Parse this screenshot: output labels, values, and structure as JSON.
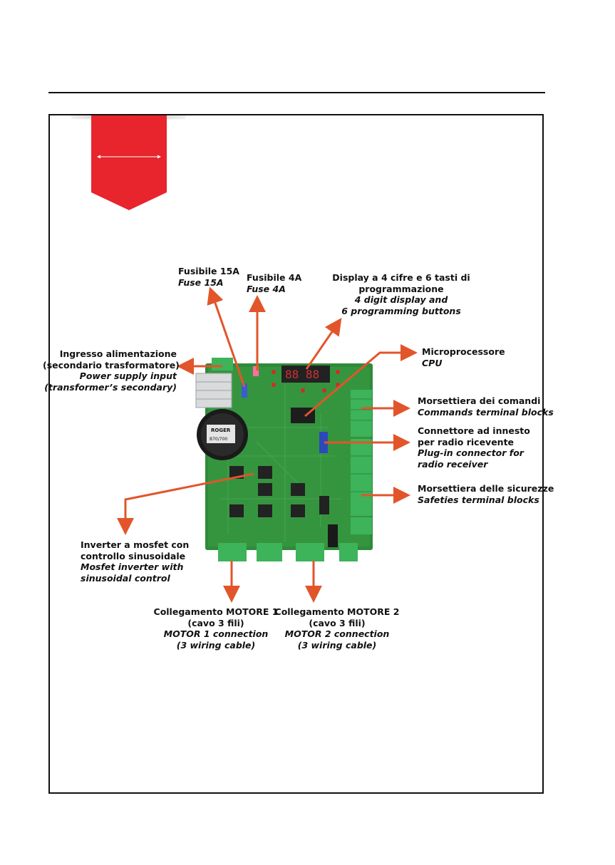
{
  "colors": {
    "ribbon": "#e8252c",
    "arrow": "#e2552b",
    "pcb": "#2f8a3a",
    "terminal": "#3db35a"
  },
  "callouts": {
    "fuse15": {
      "it": "Fusibile 15A",
      "en": "Fuse 15A"
    },
    "fuse4": {
      "it": "Fusibile 4A",
      "en": "Fuse 4A"
    },
    "display": {
      "it1": "Display a 4 cifre e  6 tasti di",
      "it2": "programmazione",
      "en1": "4 digit display and",
      "en2": "6 programming buttons"
    },
    "power": {
      "it1": "Ingresso alimentazione",
      "it2": "(secondario trasformatore)",
      "en1": "Power supply input",
      "en2": "(transformer’s secondary)"
    },
    "cpu": {
      "it": "Microprocessore",
      "en": "CPU"
    },
    "commands": {
      "it": "Morsettiera dei  comandi",
      "en": "Commands terminal blocks"
    },
    "radio": {
      "it1": "Connettore ad innesto",
      "it2": "per radio ricevente",
      "en1": "Plug-in connector for",
      "en2": "radio receiver"
    },
    "safeties": {
      "it": "Morsettiera delle sicurezze",
      "en": "Safeties terminal blocks"
    },
    "inverter": {
      "it1": "Inverter a mosfet con",
      "it2": "controllo sinusoidale",
      "en1": "Mosfet inverter with",
      "en2": "sinusoidal control"
    },
    "motor1": {
      "it1": "Collegamento MOTORE 1",
      "it2": "(cavo 3 fili)",
      "en1": "MOTOR  1 connection",
      "en2": "(3 wiring cable)"
    },
    "motor2": {
      "it1": "Collegamento MOTORE 2",
      "it2": "(cavo 3 fili)",
      "en1": "MOTOR 2 connection",
      "en2": "(3 wiring cable)"
    }
  },
  "board": {
    "capacitor_brand": "ROGER",
    "capacitor_code": "B70/700",
    "display_digits": "88 88"
  }
}
